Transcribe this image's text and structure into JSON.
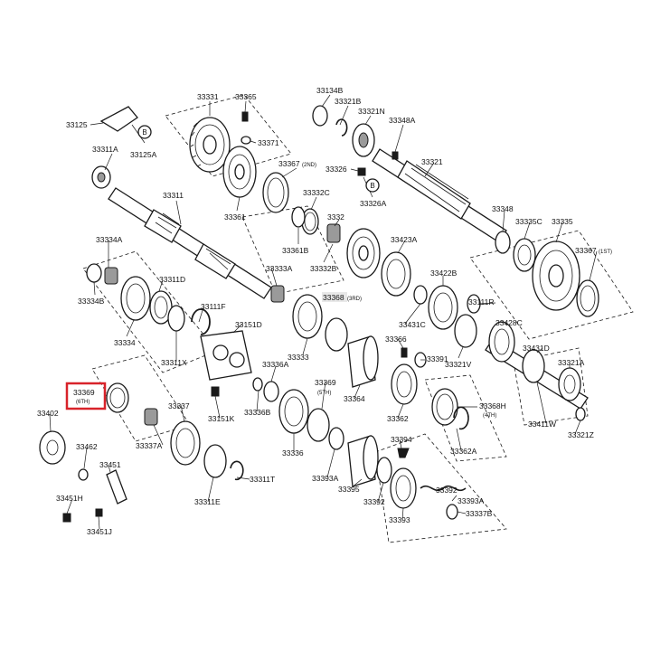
{
  "highlight_color": "#d8232a",
  "labels": {
    "l33125": "33125",
    "l33125A": "33125A",
    "l33311A": "33311A",
    "l33331": "33331",
    "l33365": "33365",
    "l33371": "33371",
    "l33361": "33361",
    "l33367_2nd": "33367",
    "l33367_2nd_sub": "(2ND)",
    "l33134B": "33134B",
    "l33321B": "33321B",
    "l33321N": "33321N",
    "l33348A": "33348A",
    "l33326": "33326",
    "l33326A": "33326A",
    "l33321": "33321",
    "l33311": "33311",
    "l33332C": "33332C",
    "l33361B": "33361B",
    "l33332": "3332",
    "l33332B": "33332B",
    "l33423A": "33423A",
    "l33348": "33348",
    "l33335C": "33335C",
    "l33335": "33335",
    "l33367_1st": "33367",
    "l33367_1st_sub": "(1ST)",
    "l33334A": "33334A",
    "l33334B": "33334B",
    "l33311D": "33311D",
    "l33334": "33334",
    "l33333A": "33333A",
    "l33368": "33368",
    "l33368_sub": "(3RD)",
    "l33422B": "33422B",
    "l33111F": "33111F",
    "l33431C": "33431C",
    "l33111R": "33111R",
    "l33151D": "33151D",
    "l33428C": "33428C",
    "l33333": "33333",
    "l33366": "33366",
    "l33311X": "33311X",
    "l33336A": "33336A",
    "l33391": "33391",
    "l33321V": "33321V",
    "l33431D": "33431D",
    "l33321A": "33321A",
    "l33369_6th": "33369",
    "l33369_6th_sub": "(6TH)",
    "l33369_5th": "33369",
    "l33369_5th_sub": "(5TH)",
    "l33364": "33364",
    "l33337": "33337",
    "l33151K": "33151K",
    "l33336B": "33336B",
    "l33362": "33362",
    "l33368H": "33368H",
    "l33368H_sub": "(4TH)",
    "l33411W": "33411W",
    "l33321Z": "33321Z",
    "l33402": "33402",
    "l33337A": "33337A",
    "l33336": "33336",
    "l33394": "33394",
    "l33362A": "33362A",
    "l33462": "33462",
    "l33451": "33451",
    "l33393A": "33393A",
    "l33395": "33395",
    "l33311E": "33311E",
    "l33311T": "33311T",
    "l33392": "33392",
    "l33392b": "33392",
    "l33393A_b": "33393A",
    "l33451H": "33451H",
    "l33337B": "33337B",
    "l33393": "33393",
    "l33451J": "33451J",
    "ref_b1": "B",
    "ref_b2": "B"
  }
}
